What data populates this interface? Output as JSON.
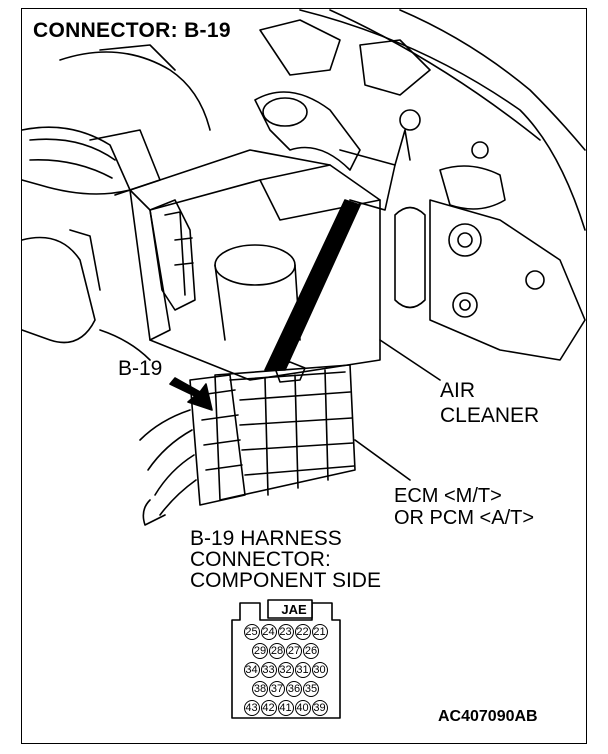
{
  "title": "CONNECTOR: B-19",
  "labels": {
    "connector_pointer": "B-19",
    "air_cleaner_line1": "AIR",
    "air_cleaner_line2": "CLEANER",
    "ecm_line1": "ECM <M/T>",
    "ecm_line2": "OR PCM <A/T>",
    "harness_line1": "B-19 HARNESS",
    "harness_line2": "CONNECTOR:",
    "harness_line3": "COMPONENT SIDE",
    "drawing_code": "AC407090AB"
  },
  "connector": {
    "maker": "JAE",
    "rows": [
      [
        "25",
        "24",
        "23",
        "22",
        "21"
      ],
      [
        "29",
        "28",
        "27",
        "26"
      ],
      [
        "34",
        "33",
        "32",
        "31",
        "30"
      ],
      [
        "38",
        "37",
        "36",
        "35"
      ],
      [
        "43",
        "42",
        "41",
        "40",
        "39"
      ]
    ]
  }
}
